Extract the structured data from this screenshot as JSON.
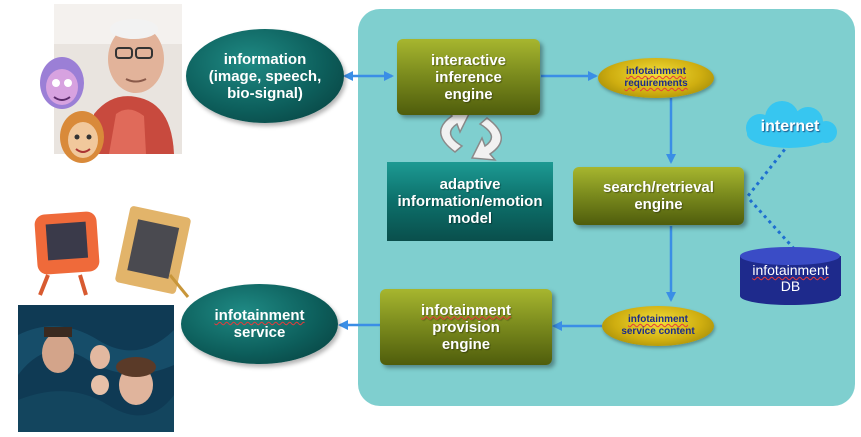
{
  "nodes": {
    "information": "information\n(image, speech,\nbio-signal)",
    "interactive_inference_engine": "interactive\ninference\nengine",
    "infotainment_requirements_word": "infotainment",
    "infotainment_requirements_sub": "requirements",
    "adaptive_model": "adaptive\ninformation/emotion\nmodel",
    "search_retrieval_engine": "search/retrieval\nengine",
    "internet": "internet",
    "infotainment_db_word": "infotainment",
    "infotainment_db_sub": "DB",
    "infotainment_content_word": "infotainment",
    "infotainment_content_sub": "service content",
    "provision_engine_word": "infotainment",
    "provision_engine_sub": "provision\nengine",
    "service_word": "infotainment",
    "service_sub": "service"
  },
  "images": [
    {
      "name": "elderly-man-photo"
    },
    {
      "name": "cartoon-faces-illustration"
    },
    {
      "name": "digital-photo-frames"
    },
    {
      "name": "family-photo-display"
    }
  ],
  "colors": {
    "panel": "#7fcfcf",
    "engine_box": "#7d8d1e",
    "model_box": "#0c6f6a",
    "ellipse": "#0d5f5c",
    "pill": "#cfae10",
    "arrow": "#3a8ee6",
    "cloud": "#37c6f0",
    "db": "#1e2a8c"
  }
}
